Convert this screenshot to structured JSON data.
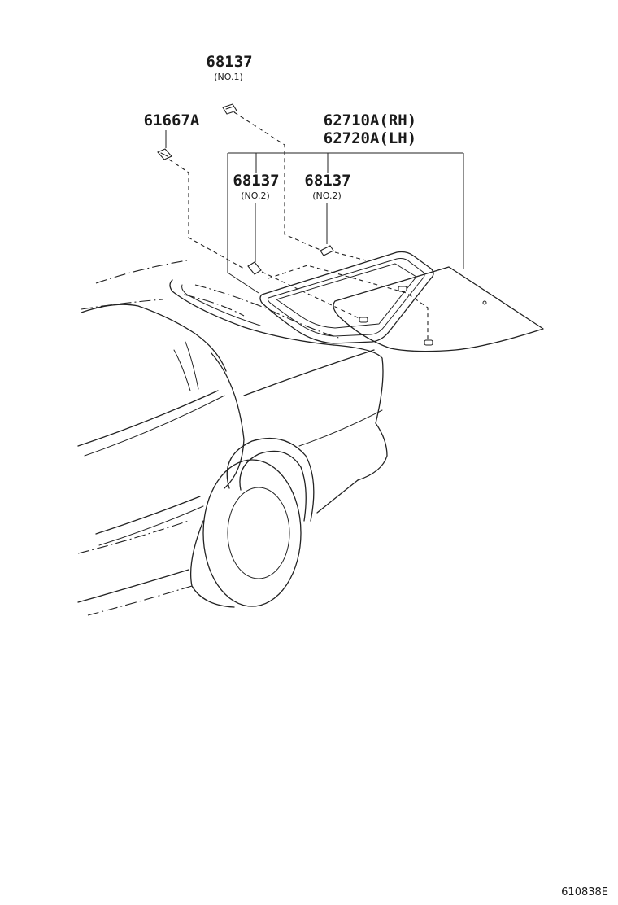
{
  "callouts": {
    "c68137_no1": {
      "part": "68137",
      "sub": "(NO.1)"
    },
    "c61667a": {
      "part": "61667A"
    },
    "c62710a": {
      "part": "62710A(RH)"
    },
    "c62720a": {
      "part": "62720A(LH)"
    },
    "c68137_no2_left": {
      "part": "68137",
      "sub": "(NO.2)"
    },
    "c68137_no2_right": {
      "part": "68137",
      "sub": "(NO.2)"
    }
  },
  "figure_id": "610838E"
}
